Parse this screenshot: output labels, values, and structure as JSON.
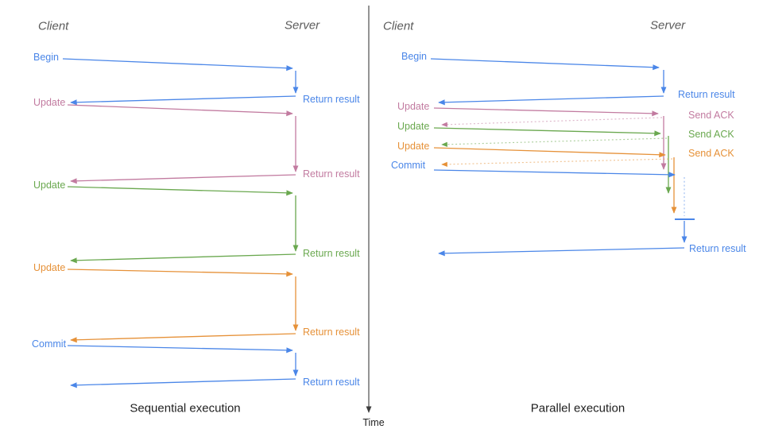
{
  "colors": {
    "blue": "#4a86e8",
    "pink": "#c27ba0",
    "green": "#6aa84f",
    "orange": "#e69138",
    "header_gray": "#5b5b5b",
    "text_black": "#1f1f1f",
    "axis": "#3d3d3d"
  },
  "time_axis": {
    "label": "Time"
  },
  "sequential": {
    "title": "Sequential execution",
    "client_label": "Client",
    "server_label": "Server",
    "messages": [
      {
        "request": "Begin",
        "response": "Return result",
        "color": "blue"
      },
      {
        "request": "Update",
        "response": "Return result",
        "color": "pink"
      },
      {
        "request": "Update",
        "response": "Return result",
        "color": "green"
      },
      {
        "request": "Update",
        "response": "Return result",
        "color": "orange"
      },
      {
        "request": "Commit",
        "response": "Return result",
        "color": "blue"
      }
    ]
  },
  "parallel": {
    "title": "Parallel execution",
    "client_label": "Client",
    "server_label": "Server",
    "messages": [
      {
        "request": "Begin",
        "response": "Return result",
        "color": "blue"
      },
      {
        "request": "Update",
        "response": "Send ACK",
        "color": "pink"
      },
      {
        "request": "Update",
        "response": "Send ACK",
        "color": "green"
      },
      {
        "request": "Update",
        "response": "Send ACK",
        "color": "orange"
      },
      {
        "request": "Commit",
        "response": "Return result",
        "color": "blue"
      }
    ]
  }
}
